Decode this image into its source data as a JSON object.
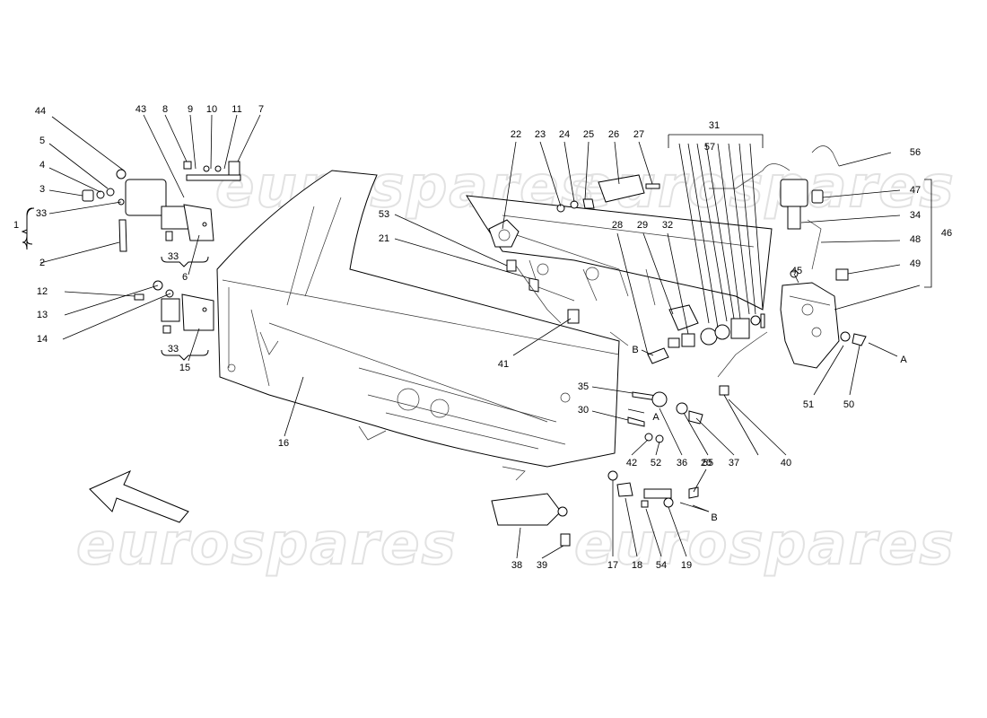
{
  "watermark": {
    "text": "eurospares"
  },
  "callouts": {
    "c1": "1",
    "c2": "2",
    "c3": "3",
    "c4": "4",
    "c5": "5",
    "c6": "6",
    "c7": "7",
    "c8": "8",
    "c9": "9",
    "c10": "10",
    "c11": "11",
    "c12": "12",
    "c13": "13",
    "c14": "14",
    "c15": "15",
    "c16": "16",
    "c17": "17",
    "c18": "18",
    "c19": "19",
    "c20": "20",
    "c21": "21",
    "c22": "22",
    "c23": "23",
    "c24": "24",
    "c25": "25",
    "c26": "26",
    "c27": "27",
    "c28": "28",
    "c29": "29",
    "c30": "30",
    "c31": "31",
    "c32": "32",
    "c33a": "33",
    "c33b": "33",
    "c33c": "33",
    "c34": "34",
    "c35": "35",
    "c36": "36",
    "c37": "37",
    "c38": "38",
    "c39": "39",
    "c40": "40",
    "c41": "41",
    "c42": "42",
    "c43": "43",
    "c44": "44",
    "c45": "45",
    "c46": "46",
    "c47": "47",
    "c48": "48",
    "c49": "49",
    "c50": "50",
    "c51": "51",
    "c52": "52",
    "c53": "53",
    "c54": "54",
    "c55": "55",
    "c56": "56",
    "c57": "57"
  },
  "refs": {
    "a1": "A",
    "a2": "A",
    "b1": "B",
    "b2": "B"
  }
}
